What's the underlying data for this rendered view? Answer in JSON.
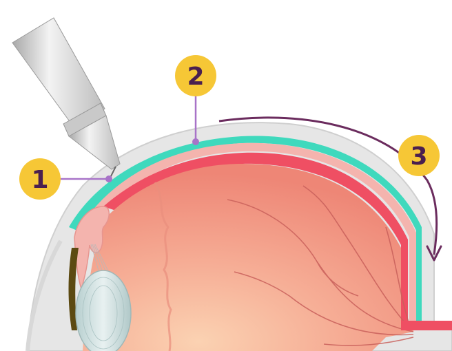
{
  "diagram": {
    "labels": [
      {
        "id": "1",
        "text": "1"
      },
      {
        "id": "2",
        "text": "2"
      },
      {
        "id": "3",
        "text": "3"
      }
    ],
    "colors": {
      "badge_fill": "#f6c736",
      "badge_text": "#4a1f4f",
      "leader_line": "#a873c8",
      "arrow": "#6b2c5e",
      "sclera": "#e6e6e6",
      "injection_space": "#3fd9bd",
      "choroid": "#f4a8a4",
      "retina_band": "#ef4f63",
      "vitreous": "#f29a86",
      "lens": "#cfe1e1",
      "iris": "#5c4a12",
      "needle": "#d7d7d7"
    },
    "icons": [
      "needle-icon",
      "arrow-icon"
    ]
  }
}
